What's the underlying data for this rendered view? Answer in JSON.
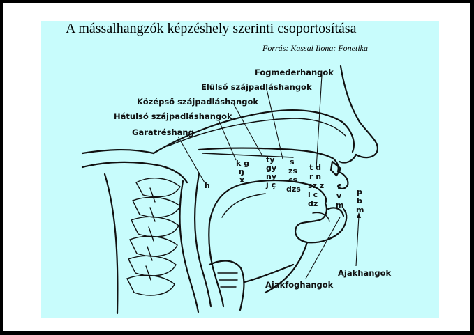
{
  "title": "A mássalhangzók képzéshely szerinti csoportosítása",
  "source": "Forrás: Kassai Ilona: Fonetika",
  "labels": {
    "fogmederhangok": "Fogmederhangok",
    "elulso": "Elülső szájpadláshangok",
    "kozepso": "Középső szájpadláshangok",
    "hatulso": "Hátulsó szájpadláshangok",
    "garatreshang": "Garatréshang",
    "ajakhangok": "Ajakhangok",
    "ajakfoghangok": "Ajakfoghangok"
  },
  "sounds": {
    "glottal": "h",
    "velar": [
      "k g",
      "ŋ",
      "x"
    ],
    "palatal": [
      "ty",
      "gy",
      "ny",
      "j ç"
    ],
    "postalveolar": [
      "s",
      "zs",
      "cs",
      "dzs"
    ],
    "alveolar": [
      "t d",
      "r n",
      "sz z",
      "l c",
      "dz"
    ],
    "labiodental": [
      "f",
      "v",
      "m"
    ],
    "bilabial": [
      "p",
      "b",
      "m"
    ]
  },
  "colors": {
    "panel": "#c8fcfc",
    "frame": "#000000",
    "ink": "#111111"
  }
}
